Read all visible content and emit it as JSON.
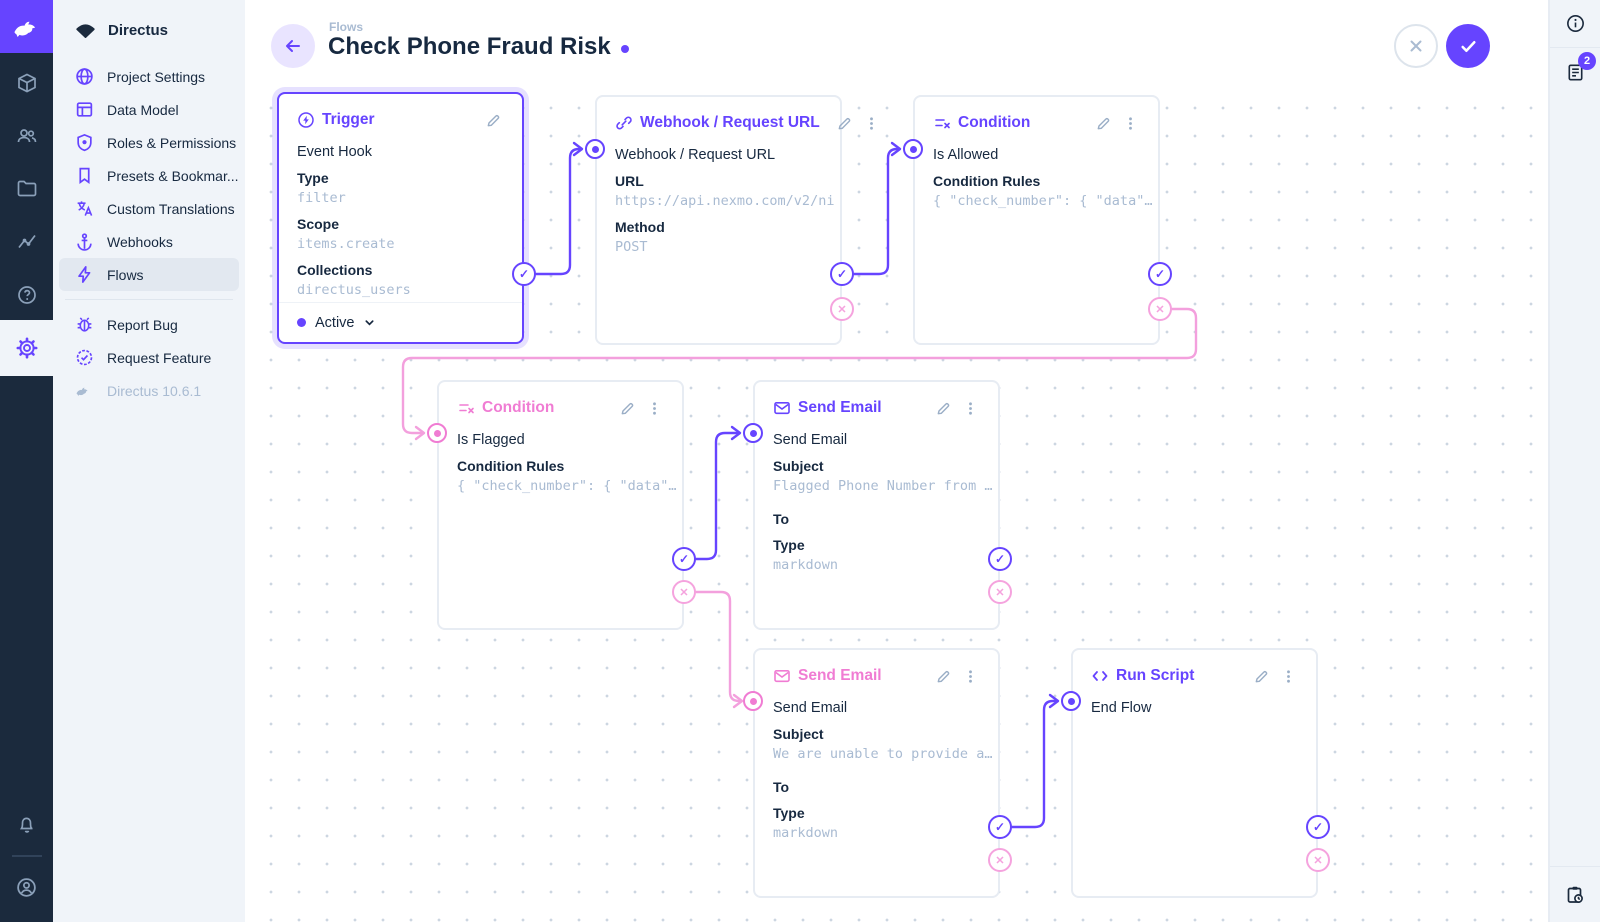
{
  "colors": {
    "accent": "#6644ff",
    "pink": "#f07cd3",
    "dark": "#172940",
    "muted": "#a9bbd2"
  },
  "sidebar": {
    "project_name": "Directus",
    "items": [
      {
        "label": "Project Settings"
      },
      {
        "label": "Data Model"
      },
      {
        "label": "Roles & Permissions"
      },
      {
        "label": "Presets & Bookmar..."
      },
      {
        "label": "Custom Translations"
      },
      {
        "label": "Webhooks"
      },
      {
        "label": "Flows"
      }
    ],
    "footer_items": [
      {
        "label": "Report Bug"
      },
      {
        "label": "Request Feature"
      }
    ],
    "version": "Directus 10.6.1"
  },
  "header": {
    "breadcrumb": "Flows",
    "title": "Check Phone Fraud Risk"
  },
  "right_bar": {
    "notification_count": "2"
  },
  "flow": {
    "trigger": {
      "title": "Trigger",
      "line1": "Event Hook",
      "fields": [
        {
          "label": "Type",
          "value": "filter"
        },
        {
          "label": "Scope",
          "value": "items.create"
        },
        {
          "label": "Collections",
          "value": "directus_users"
        }
      ],
      "status": "Active"
    },
    "webhook": {
      "title": "Webhook / Request URL",
      "line1": "Webhook / Request URL",
      "fields": [
        {
          "label": "URL",
          "value": "https://api.nexmo.com/v2/ni"
        },
        {
          "label": "Method",
          "value": "POST"
        }
      ]
    },
    "condition1": {
      "title": "Condition",
      "line1": "Is Allowed",
      "fields": [
        {
          "label": "Condition Rules",
          "value": "{ \"check_number\": { \"data\"…"
        }
      ]
    },
    "condition2": {
      "title": "Condition",
      "line1": "Is Flagged",
      "fields": [
        {
          "label": "Condition Rules",
          "value": "{ \"check_number\": { \"data\"…"
        }
      ]
    },
    "email1": {
      "title": "Send Email",
      "line1": "Send Email",
      "fields": [
        {
          "label": "Subject",
          "value": "Flagged Phone Number from …"
        },
        {
          "label": "To",
          "value": ""
        },
        {
          "label": "Type",
          "value": "markdown"
        }
      ]
    },
    "email2": {
      "title": "Send Email",
      "line1": "Send Email",
      "fields": [
        {
          "label": "Subject",
          "value": "We are unable to provide a…"
        },
        {
          "label": "To",
          "value": ""
        },
        {
          "label": "Type",
          "value": "markdown"
        }
      ]
    },
    "script": {
      "title": "Run Script",
      "line1": "End Flow"
    }
  }
}
